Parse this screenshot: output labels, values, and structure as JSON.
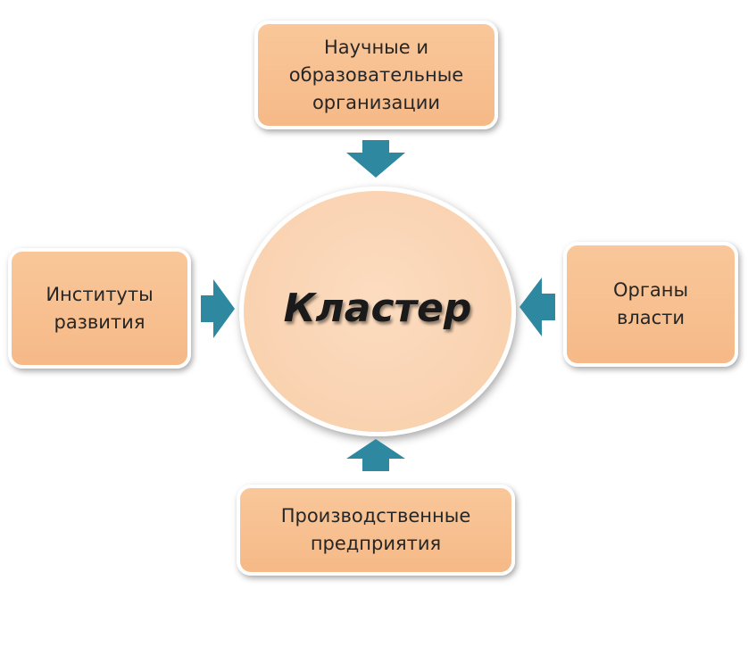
{
  "diagram": {
    "center": {
      "label": "Кластер"
    },
    "nodes": {
      "top": {
        "label": "Научные и\nобразовательные\nорганизации"
      },
      "left": {
        "label": "Институты\nразвития"
      },
      "right": {
        "label": "Органы\nвласти"
      },
      "bottom": {
        "label": "Производственные\nпредприятия"
      }
    },
    "colors": {
      "box_fill": "#f9c79a",
      "circle_fill": "#fad4b3",
      "arrow": "#2e89a0"
    }
  }
}
